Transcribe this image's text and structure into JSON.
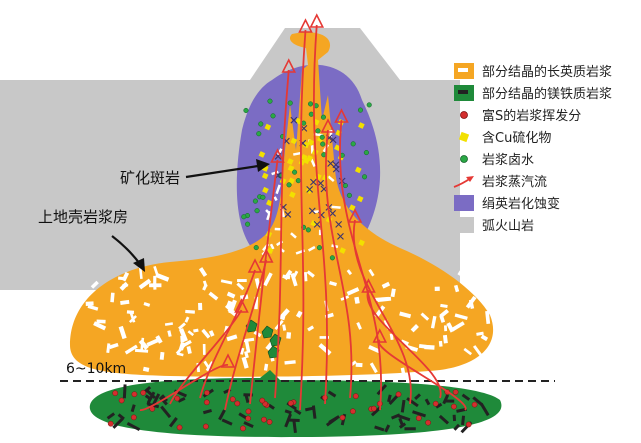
{
  "labels": {
    "porphyry": "矿化斑岩",
    "chamber": "上地壳岩浆房",
    "depth": "6~10km"
  },
  "legend": [
    {
      "icon": "felsic-magma-swatch",
      "text": "部分结晶的长英质岩浆"
    },
    {
      "icon": "mafic-magma-swatch",
      "text": "部分结晶的镁铁质岩浆"
    },
    {
      "icon": "red-dot",
      "text": "富S的岩浆挥发分"
    },
    {
      "icon": "yellow-square",
      "text": "含Cu硫化物"
    },
    {
      "icon": "green-dot",
      "text": "岩浆卤水"
    },
    {
      "icon": "red-arrow",
      "text": "岩浆蒸汽流"
    },
    {
      "icon": "purple-swatch",
      "text": "绢英岩化蚀变"
    },
    {
      "icon": "gray-swatch",
      "text": "弧火山岩"
    }
  ],
  "colors": {
    "felsic": "#f5a623",
    "mafic": "#1f8a3a",
    "sulfur": "#d32f2f",
    "sulfide": "#f2e000",
    "brine": "#2aa845",
    "vapor": "#e53935",
    "alteration": "#7b6cc4",
    "volcanic": "#c8c8c8"
  }
}
